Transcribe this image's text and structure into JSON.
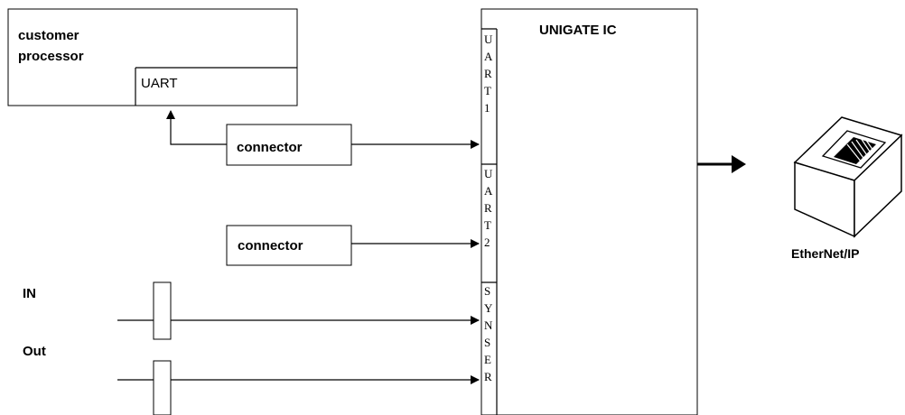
{
  "customer_processor": {
    "title_line1": "customer",
    "title_line2": "processor",
    "uart_label": "UART"
  },
  "unigate": {
    "title": "UNIGATE IC",
    "ports": {
      "uart1": [
        "U",
        "A",
        "R",
        "T",
        "1"
      ],
      "uart2": [
        "U",
        "A",
        "R",
        "T",
        "2"
      ],
      "synser": [
        "S",
        "Y",
        "N",
        "S",
        "E",
        "R"
      ]
    }
  },
  "connectors": {
    "top": "connector",
    "bottom": "connector"
  },
  "signals": {
    "in": "IN",
    "out": "Out"
  },
  "ethernet": {
    "label": "EtherNet/IP"
  }
}
